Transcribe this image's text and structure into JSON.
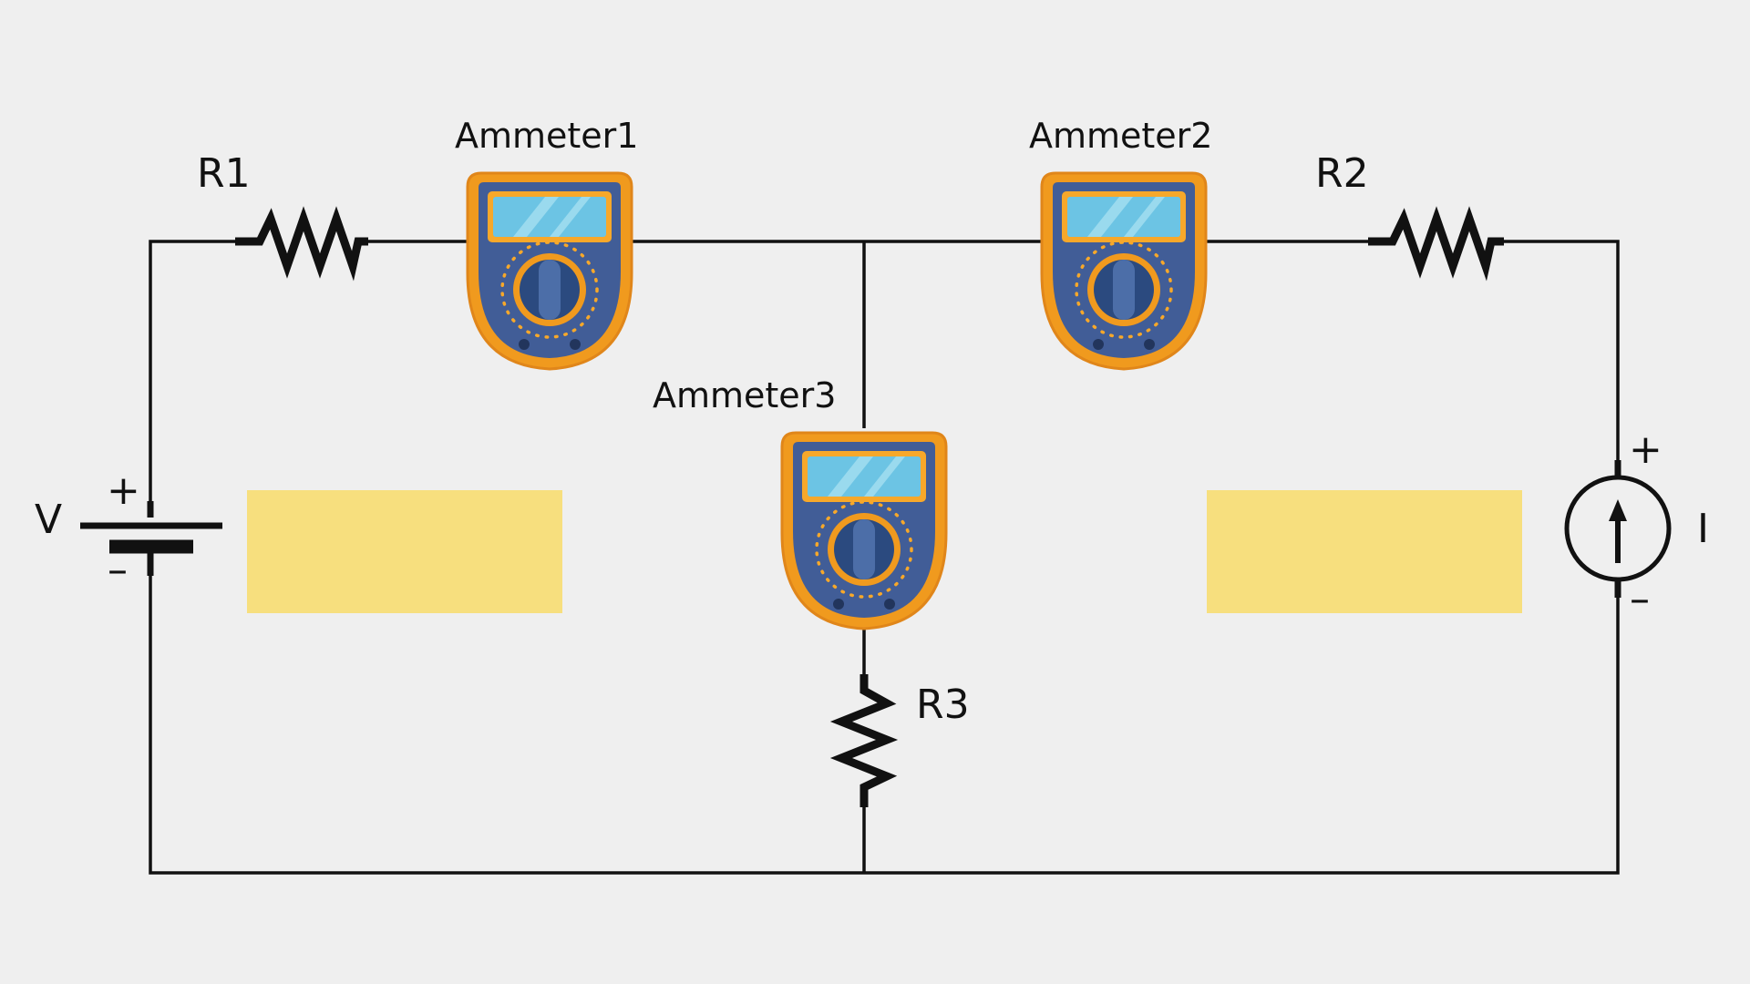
{
  "labels": {
    "r1": "R1",
    "r2": "R2",
    "r3": "R3",
    "ammeter1": "Ammeter1",
    "ammeter2": "Ammeter2",
    "ammeter3": "Ammeter3",
    "voltage_source": "V",
    "current_source": "I",
    "v_plus": "+",
    "v_minus": "–",
    "i_plus": "+",
    "i_minus": "–"
  },
  "colors": {
    "background": "#efefef",
    "wire": "#111111",
    "answer_box": "#f7df7e",
    "meter_body": "#f09a1e",
    "meter_face": "#415d97",
    "meter_screen": "#6cc4e4"
  },
  "icons": {
    "ammeter": "multimeter-icon"
  }
}
